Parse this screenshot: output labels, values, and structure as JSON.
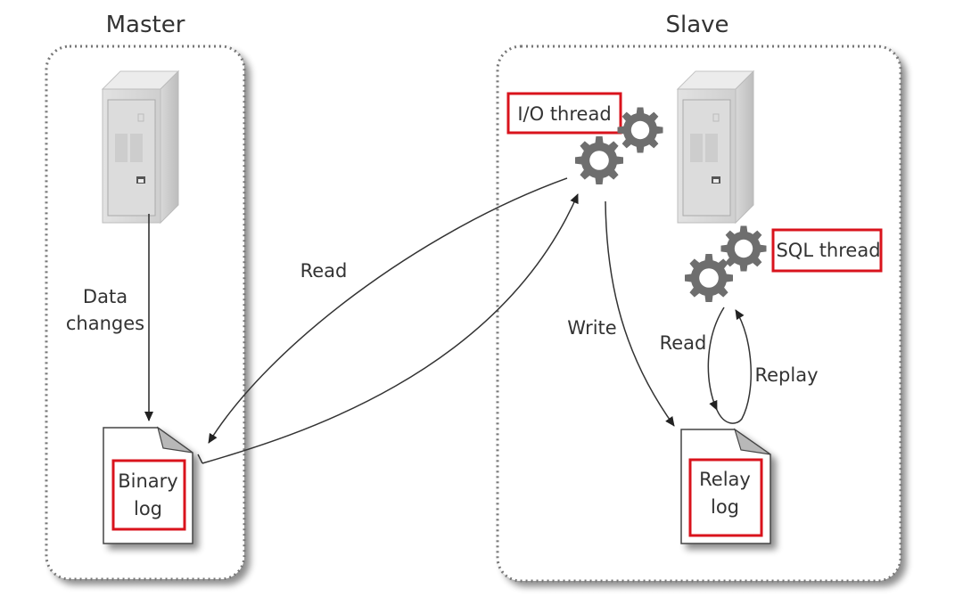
{
  "diagram": {
    "type": "mysql-replication",
    "colors": {
      "highlight": "#d9131c",
      "gear": "#6e6e6e",
      "line": "#333333",
      "border": "#888888"
    },
    "master": {
      "title": "Master",
      "data_changes_label_line1": "Data",
      "data_changes_label_line2": "changes",
      "binary_log_line1": "Binary",
      "binary_log_line2": "log"
    },
    "slave": {
      "title": "Slave",
      "io_thread_label": "I/O thread",
      "sql_thread_label": "SQL thread",
      "write_label": "Write",
      "read_label": "Read",
      "replay_label": "Replay",
      "relay_log_line1": "Relay",
      "relay_log_line2": "log"
    },
    "link": {
      "read_label": "Read"
    }
  }
}
